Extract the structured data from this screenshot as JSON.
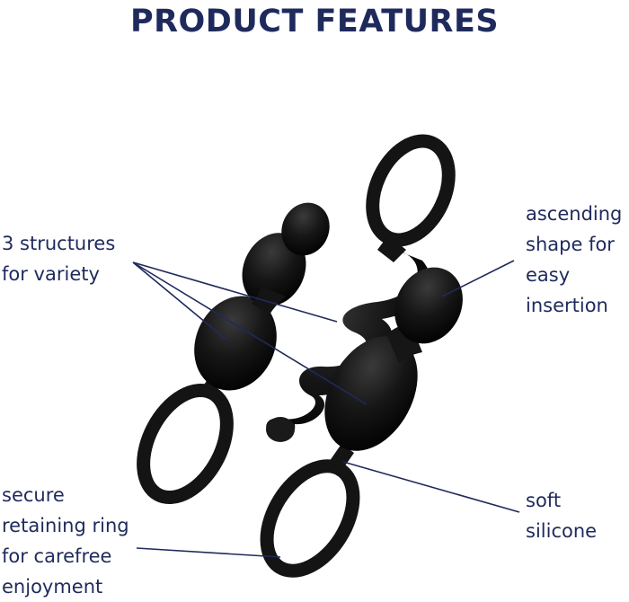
{
  "title": "PRODUCT FEATURES",
  "features": {
    "structures": [
      "3 structures",
      "for variety"
    ],
    "ascending": [
      "ascending",
      "shape for",
      "easy",
      "insertion"
    ],
    "ring": [
      "secure",
      "retaining ring",
      "for carefree",
      "enjoyment"
    ],
    "silicone": [
      "soft",
      "silicone"
    ]
  },
  "colors": {
    "text": "#1f2a5c",
    "product": "#141414",
    "leader_line": "#1f2a5c"
  }
}
